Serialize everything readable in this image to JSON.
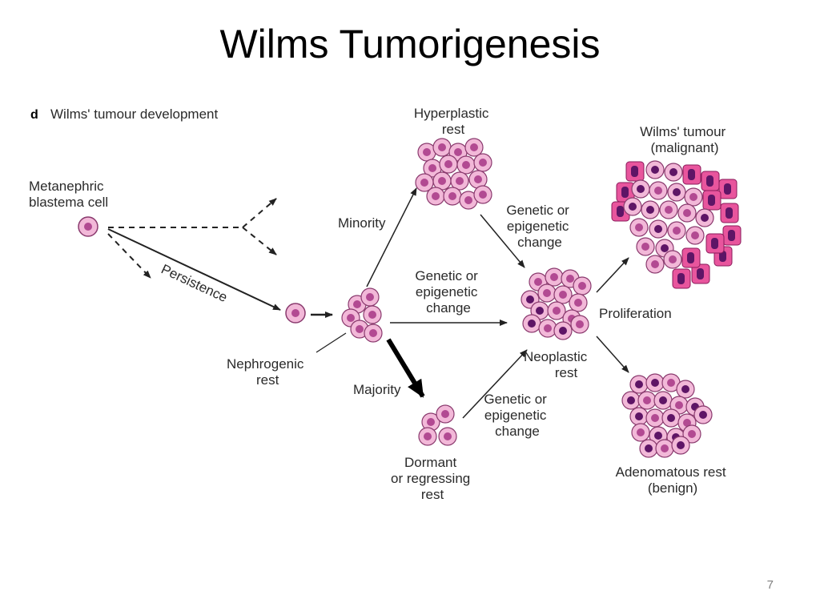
{
  "slide": {
    "title": "Wilms Tumorigenesis",
    "page_number": "7"
  },
  "diagram": {
    "panel_letter": "d",
    "panel_title": "Wilms' tumour development",
    "labels": {
      "metanephric": [
        "Metanephric",
        "blastema cell"
      ],
      "persistence": "Persistence",
      "nephrogenic_rest": [
        "Nephrogenic",
        "rest"
      ],
      "minority": "Minority",
      "majority": "Majority",
      "hyperplastic_rest": [
        "Hyperplastic",
        "rest"
      ],
      "genetic_change_top": [
        "Genetic or",
        "epigenetic",
        "change"
      ],
      "genetic_change_middle": [
        "Genetic or",
        "epigenetic",
        "change"
      ],
      "genetic_change_bottom": [
        "Genetic or",
        "epigenetic",
        "change"
      ],
      "dormant_rest": [
        "Dormant",
        "or regressing",
        "rest"
      ],
      "neoplastic_rest": [
        "Neoplastic",
        "rest"
      ],
      "proliferation": "Proliferation",
      "wilms_tumour": [
        "Wilms' tumour",
        "(malignant)"
      ],
      "adenomatous_rest": [
        "Adenomatous rest",
        "(benign)"
      ]
    },
    "colors": {
      "cell_outer": "#f2b8d8",
      "cell_outline": "#8a3a6e",
      "nucleus": "#b24a92",
      "dark_nucleus": "#5e1566",
      "malignant_cell": "#e8559d",
      "arrow": "#222222"
    }
  }
}
